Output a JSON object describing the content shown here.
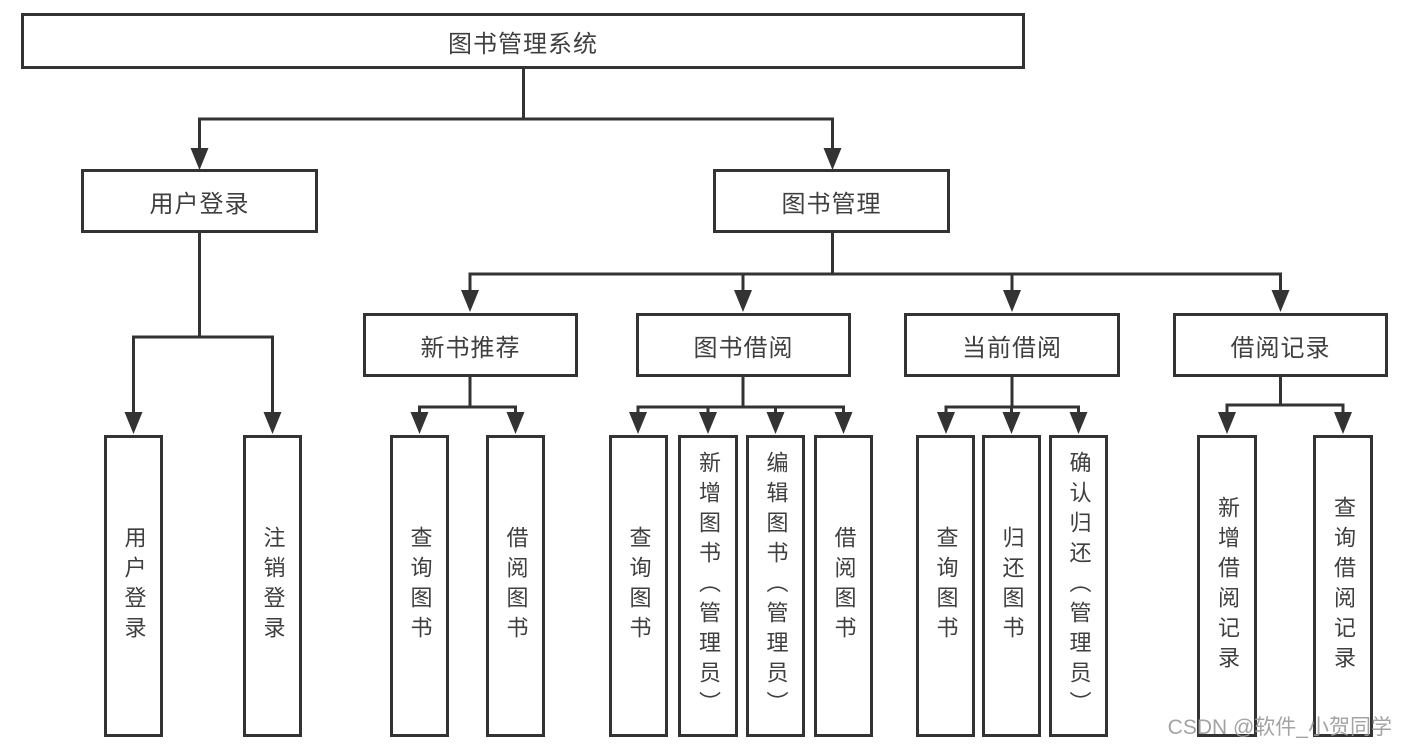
{
  "diagram": {
    "type": "hierarchy-tree",
    "root": {
      "label": "图书管理系统"
    },
    "level2": {
      "user_login": {
        "label": "用户登录"
      },
      "book_mgmt": {
        "label": "图书管理"
      }
    },
    "level3": {
      "new_book_rec": {
        "label": "新书推荐",
        "parent": "图书管理"
      },
      "book_borrow": {
        "label": "图书借阅",
        "parent": "图书管理"
      },
      "current_borrow": {
        "label": "当前借阅",
        "parent": "图书管理"
      },
      "borrow_record": {
        "label": "借阅记录",
        "parent": "图书管理"
      }
    },
    "leaves": [
      {
        "label": "用户登录",
        "parent": "用户登录"
      },
      {
        "label": "注销登录",
        "parent": "用户登录"
      },
      {
        "label": "查询图书",
        "parent": "新书推荐"
      },
      {
        "label": "借阅图书",
        "parent": "新书推荐"
      },
      {
        "label": "查询图书",
        "parent": "图书借阅"
      },
      {
        "label": "新增图书（管理员）",
        "parent": "图书借阅"
      },
      {
        "label": "编辑图书（管理员）",
        "parent": "图书借阅"
      },
      {
        "label": "借阅图书",
        "parent": "图书借阅"
      },
      {
        "label": "查询图书",
        "parent": "当前借阅"
      },
      {
        "label": "归还图书",
        "parent": "当前借阅"
      },
      {
        "label": "确认归还（管理员）",
        "parent": "当前借阅"
      },
      {
        "label": "新增借阅记录",
        "parent": "借阅记录"
      },
      {
        "label": "查询借阅记录",
        "parent": "借阅记录"
      }
    ],
    "watermark": "CSDN @软件_小贺同学",
    "colors": {
      "line": "#333333",
      "text": "#3f3f3f",
      "background": "#ffffff",
      "watermark": "#9b9b9b"
    }
  }
}
